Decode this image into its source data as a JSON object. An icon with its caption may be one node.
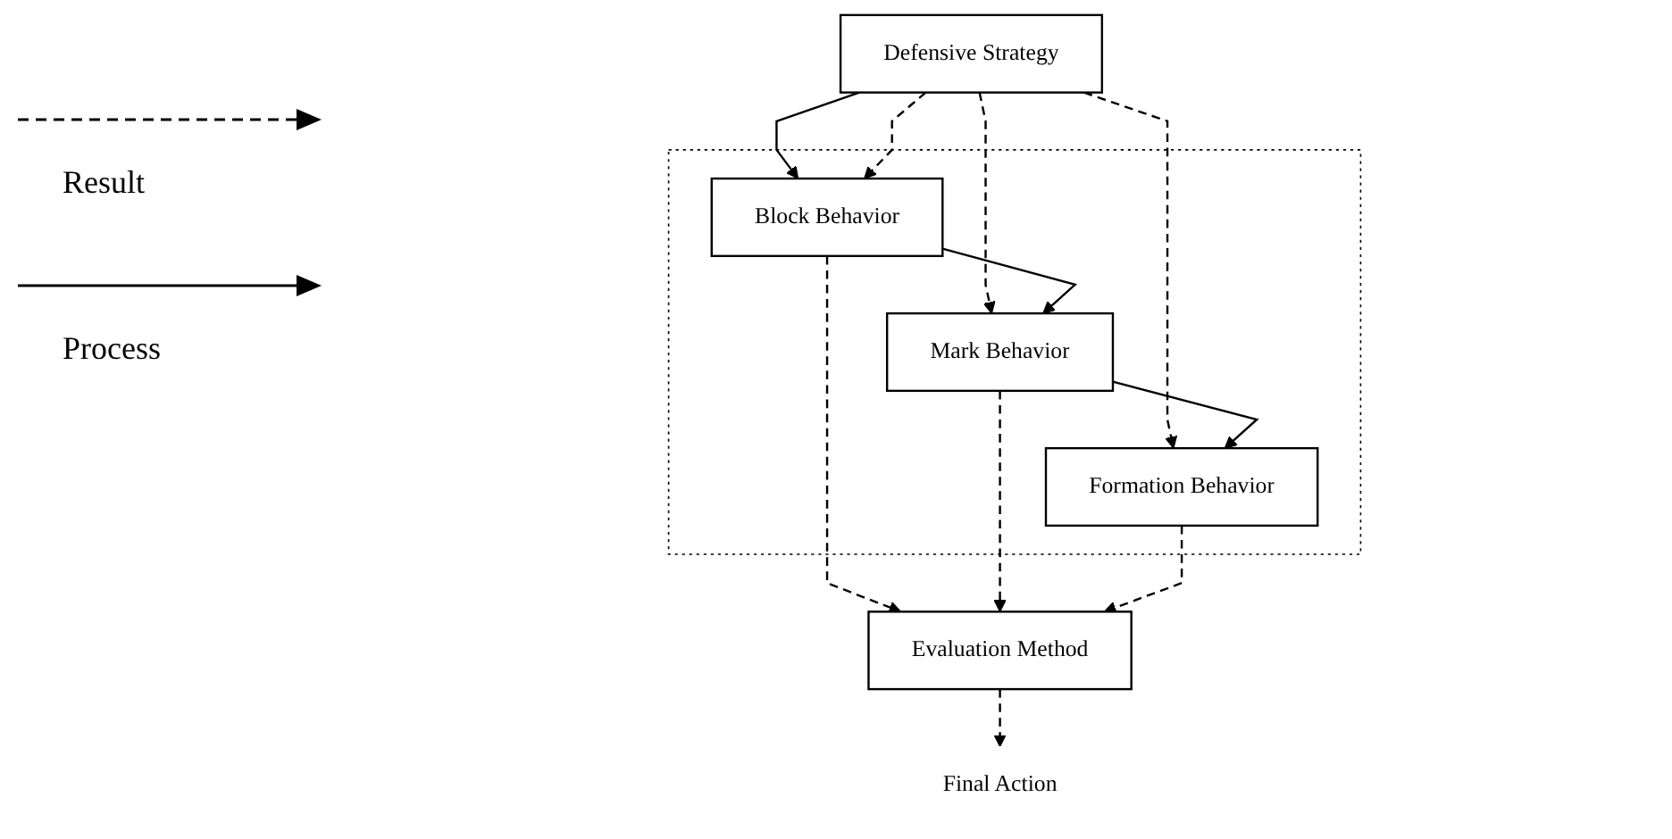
{
  "diagram": {
    "nodes": [
      {
        "text": [
          "Defensive Strategy"
        ]
      },
      {
        "text": [],
        "shape": "box"
      },
      {
        "text": [
          "Block Behavior"
        ],
        "in": 1
      },
      {
        "text": [
          "Mark Behavior"
        ],
        "in": 1
      },
      {
        "text": [
          "Formation Behavior"
        ],
        "in": 1
      },
      {
        "text": [
          "Evaluation Method"
        ]
      },
      {
        "text": [
          "Final Action"
        ]
      }
    ],
    "edges": [
      {
        "from": 0,
        "to": 2,
        "arrow": "to"
      },
      {
        "from": 0,
        "to": 2,
        "arrow": "to",
        "style": "dashed"
      },
      {
        "from": 0,
        "to": 3,
        "arrow": "to",
        "style": "dashed"
      },
      {
        "from": 0,
        "to": 4,
        "arrow": "to",
        "style": "dashed"
      },
      {
        "from": 2,
        "to": 3,
        "arrow": "to"
      },
      {
        "from": 3,
        "to": 4,
        "arrow": "to"
      },
      {
        "from": 2,
        "to": 5,
        "arrow": "to",
        "style": "dashed"
      },
      {
        "from": 3,
        "to": 5,
        "arrow": "to",
        "style": "dashed"
      },
      {
        "from": 4,
        "to": 5,
        "arrow": "to",
        "style": "dashed"
      },
      {
        "from": 5,
        "to": 6,
        "arrow": "to",
        "style": "dashed"
      }
    ],
    "legend": [
      {
        "text": "Result"
      },
      {
        "text": "Process"
      }
    ]
  }
}
